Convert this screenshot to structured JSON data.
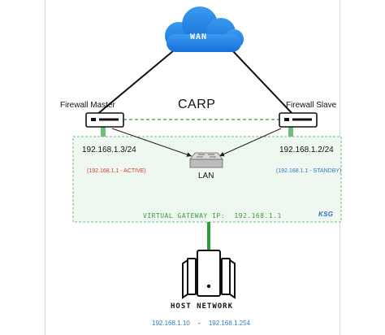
{
  "wan": {
    "label": "WAN"
  },
  "carp": {
    "label": "CARP"
  },
  "firewall_master": {
    "label": "Firewall Master",
    "ip": "192.168.1.3/24",
    "status": "(192.168.1.1 - ACTIVE)"
  },
  "firewall_slave": {
    "label": "Firewall Slave",
    "ip": "192.168.1.2/24",
    "status": "(192.168.1.1 - STANDBY)"
  },
  "lan": {
    "label": "LAN"
  },
  "virtual_gateway": {
    "label": "VIRTUAL GATEWAY IP:",
    "ip": "192.168.1.1"
  },
  "host_network": {
    "label": "HOST NETWORK",
    "range_start": "192.168.1.10",
    "separator": "-",
    "range_end": "192.168.1.254"
  },
  "logo": {
    "text": "KSG"
  },
  "colors": {
    "cloud": "#1f7fe0",
    "link_green": "#2e9e3a",
    "panel_fill": "#eef8f1",
    "panel_border": "#6cc07a",
    "active": "#d83a2e",
    "standby": "#2b7bc1",
    "logo": "#2b6cc4"
  },
  "icons": [
    "cloud-icon",
    "firewall-master-appliance-icon",
    "firewall-slave-appliance-icon",
    "lan-switch-icon",
    "server-stack-icon"
  ]
}
